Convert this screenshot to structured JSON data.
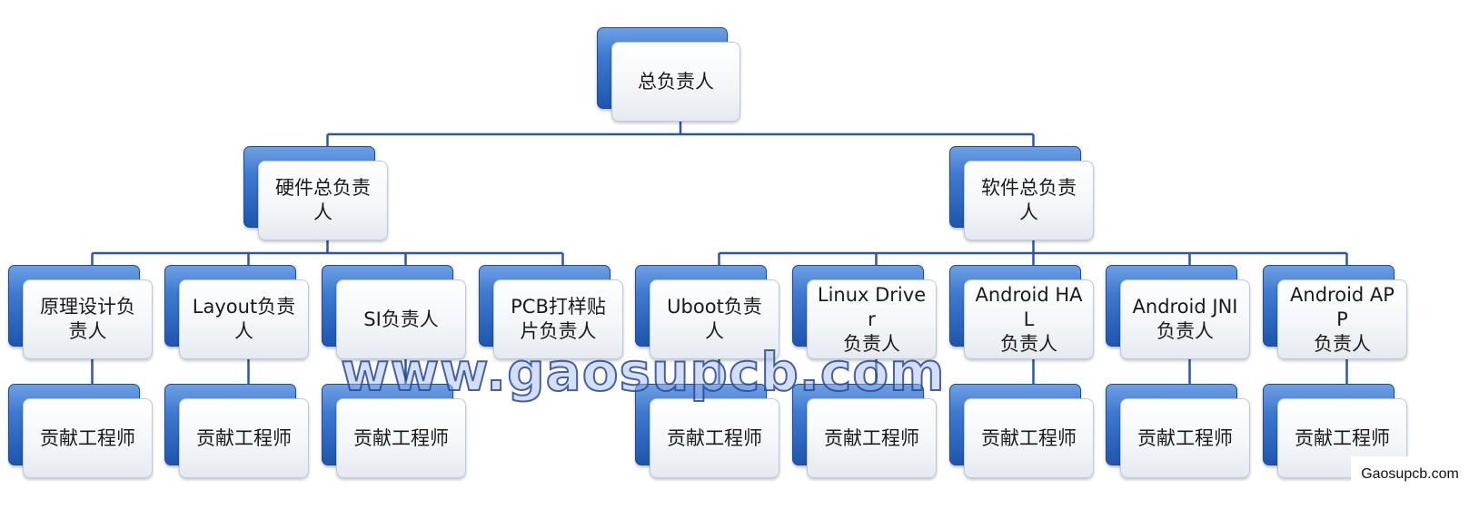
{
  "diagram": {
    "type": "org-chart",
    "nodes": [
      {
        "id": "root",
        "label": "总负责人",
        "parent": null
      },
      {
        "id": "hw",
        "label": "硬件总负责\n人",
        "parent": "root"
      },
      {
        "id": "sw",
        "label": "软件总负责\n人",
        "parent": "root"
      },
      {
        "id": "hw1",
        "label": "原理设计负\n责人",
        "parent": "hw"
      },
      {
        "id": "hw2",
        "label": "Layout负责\n人",
        "parent": "hw"
      },
      {
        "id": "hw3",
        "label": "SI负责人",
        "parent": "hw"
      },
      {
        "id": "hw4",
        "label": "PCB打样贴\n片负责人",
        "parent": "hw"
      },
      {
        "id": "sw1",
        "label": "Uboot负责\n人",
        "parent": "sw"
      },
      {
        "id": "sw2",
        "label": "Linux Driver\n负责人",
        "parent": "sw"
      },
      {
        "id": "sw3",
        "label": "Android HAL\n负责人",
        "parent": "sw"
      },
      {
        "id": "sw4",
        "label": "Android JNI\n负责人",
        "parent": "sw"
      },
      {
        "id": "sw5",
        "label": "Android APP\n负责人",
        "parent": "sw"
      },
      {
        "id": "hw1c",
        "label": "贡献工程师",
        "parent": "hw1"
      },
      {
        "id": "hw2c",
        "label": "贡献工程师",
        "parent": "hw2"
      },
      {
        "id": "hw3c",
        "label": "贡献工程师",
        "parent": "hw3"
      },
      {
        "id": "sw1c",
        "label": "贡献工程师",
        "parent": "sw1"
      },
      {
        "id": "sw2c",
        "label": "贡献工程师",
        "parent": "sw2"
      },
      {
        "id": "sw3c",
        "label": "贡献工程师",
        "parent": "sw3"
      },
      {
        "id": "sw4c",
        "label": "贡献工程师",
        "parent": "sw4"
      },
      {
        "id": "sw5c",
        "label": "贡献工程师",
        "parent": "sw5"
      }
    ]
  },
  "watermark": "www.gaosupcb.com",
  "corner_label": "Gaosupcb.com",
  "colors": {
    "node_back": "#2f66c0",
    "node_front": "#f4f6f9",
    "connector": "#2d57a0"
  }
}
